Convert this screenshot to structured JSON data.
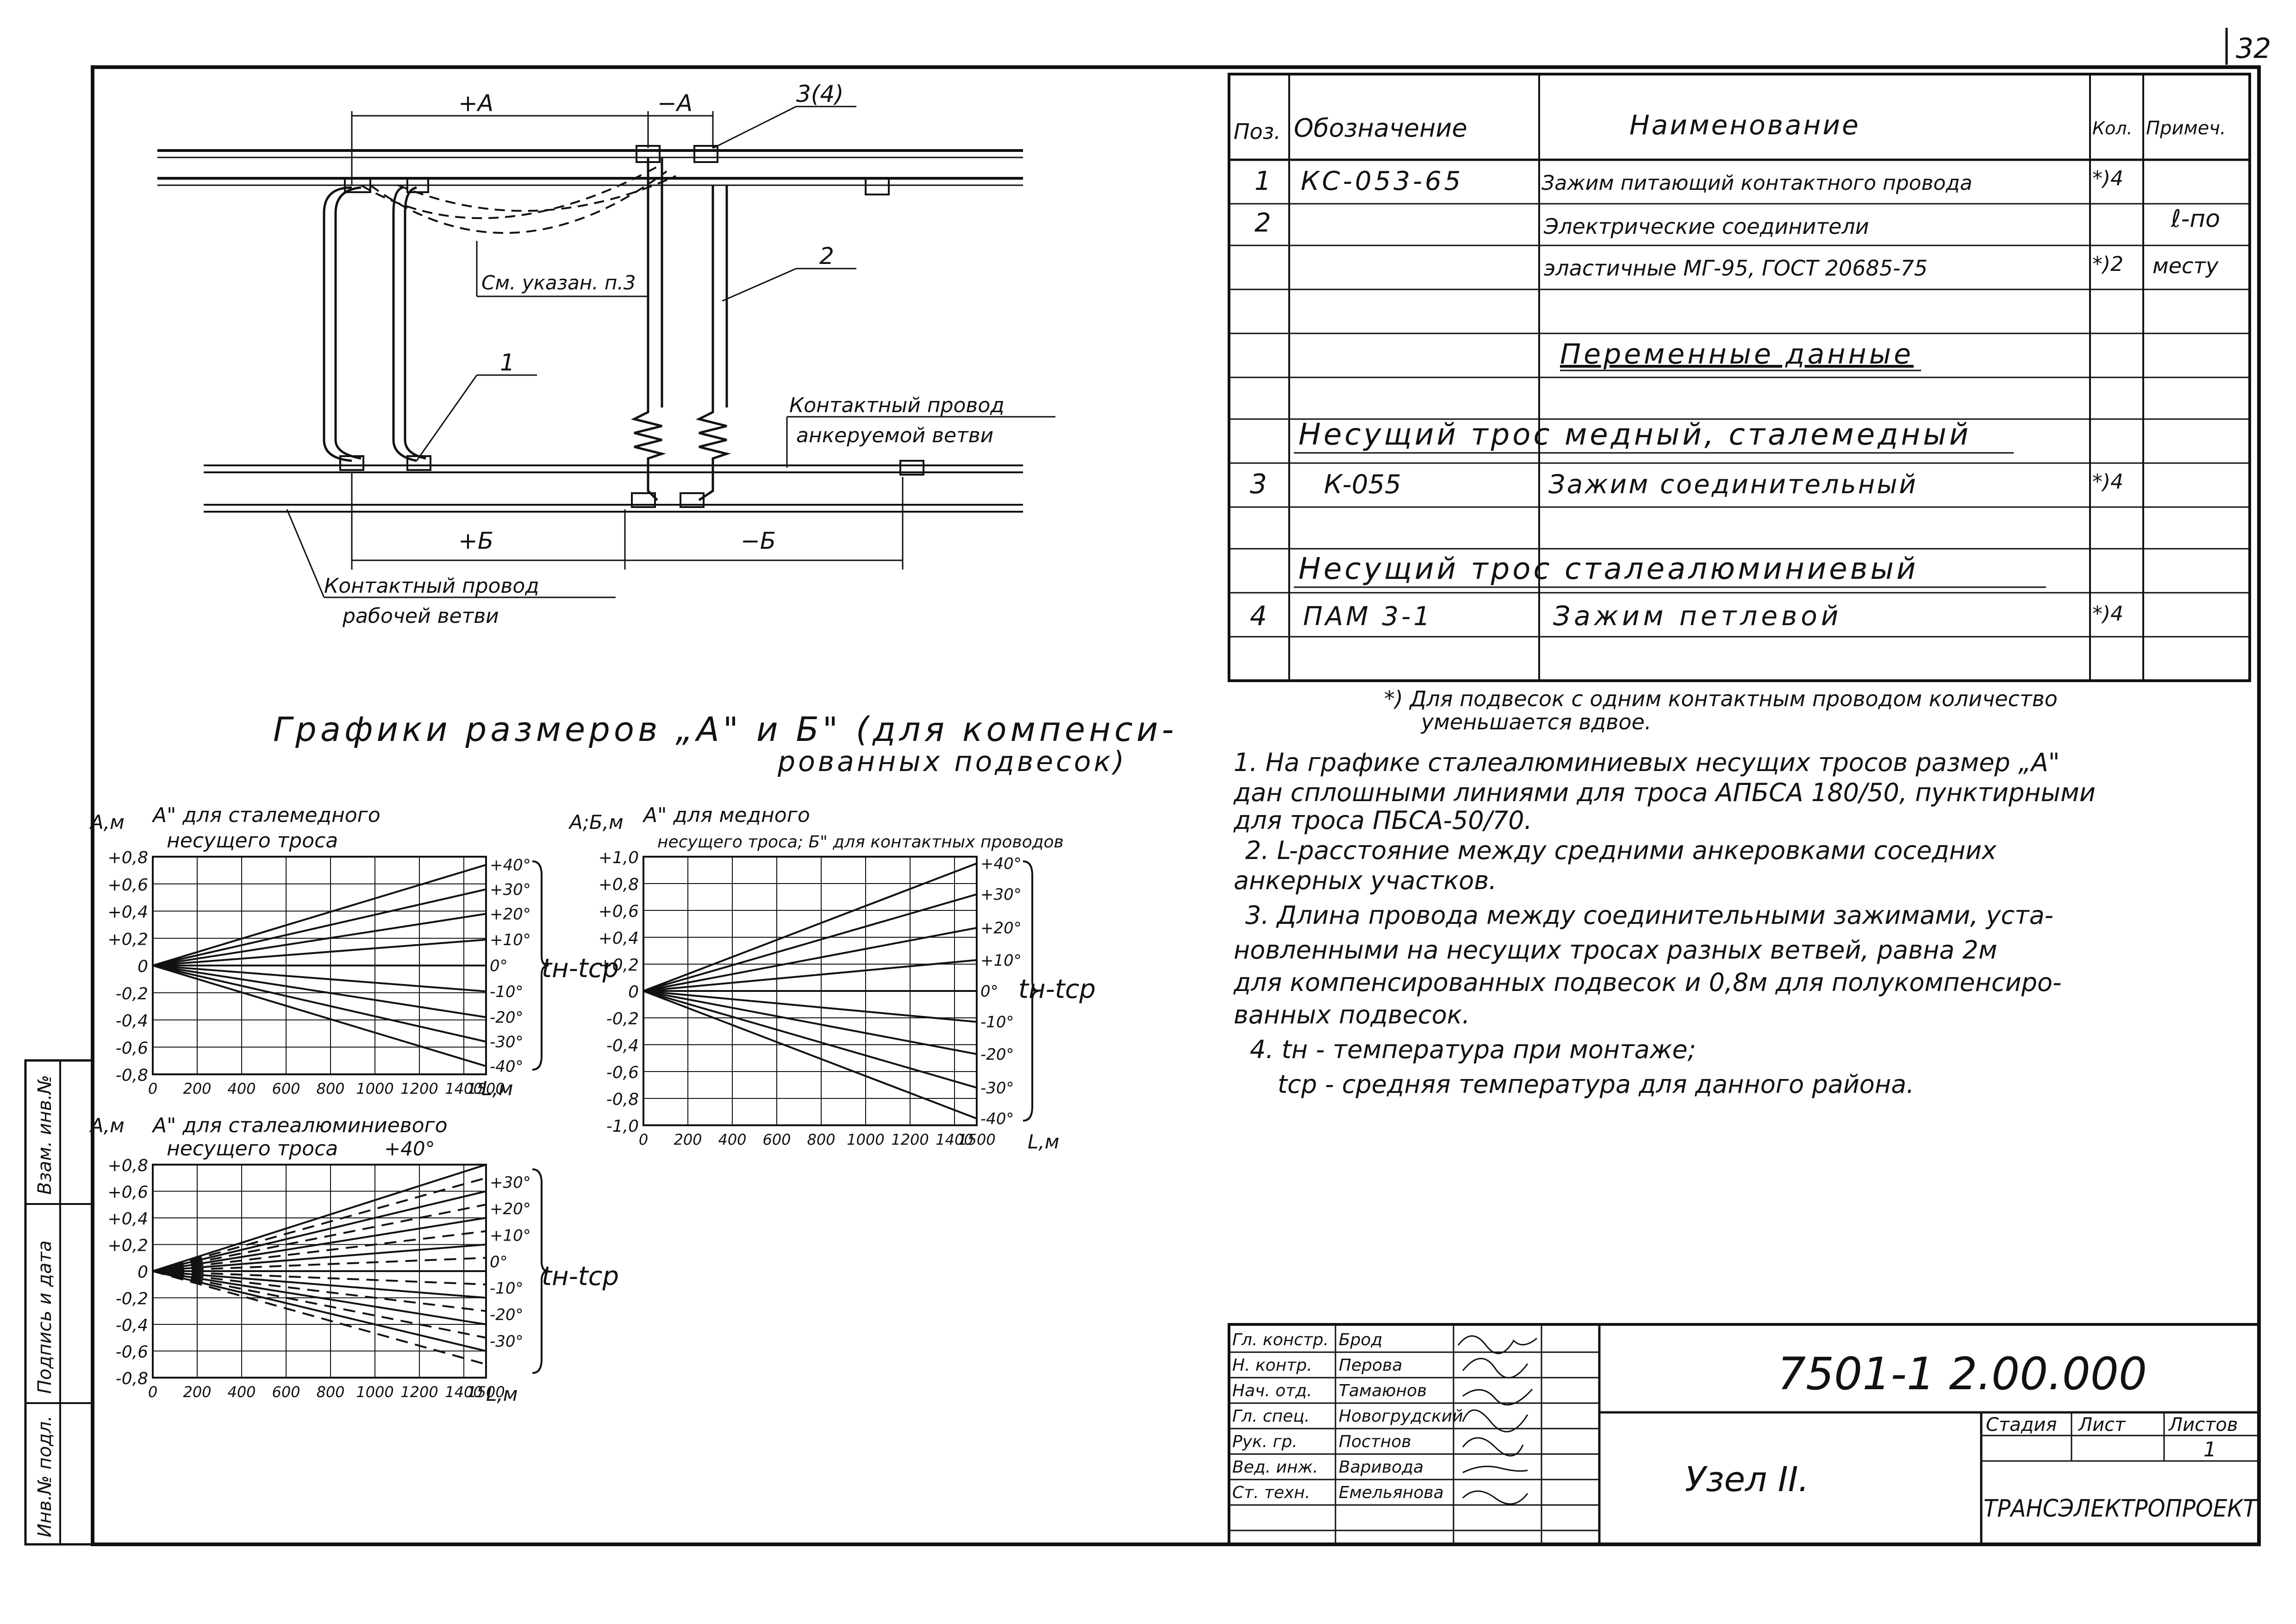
{
  "sheet_number": "32",
  "drawing": {
    "dim_plus_a": "+А",
    "dim_minus_a": "−А",
    "dim_plus_b": "+Б",
    "dim_minus_b": "−Б",
    "callout_1": "1",
    "callout_2": "2",
    "callout_34": "3(4)",
    "note_ref": "См. указан. п.3",
    "label_anchored_1": "Контактный провод",
    "label_anchored_2": "анкеруемой ветви",
    "label_working_1": "Контактный провод",
    "label_working_2": "рабочей ветви"
  },
  "graphs_title_1": "Графики размеров „А\" и Б\" (для компенси-",
  "graphs_title_2": "рованных подвесок)",
  "chart_data": [
    {
      "type": "line",
      "title_1": "А\" для сталемедного",
      "title_2": "несущего троса",
      "ylabel": "А,м",
      "xlabel": "L,м",
      "side_label": "tн-tср",
      "xlim": [
        0,
        1500
      ],
      "ylim": [
        -0.8,
        0.8
      ],
      "x_ticks": [
        "0",
        "200",
        "400",
        "600",
        "800",
        "1000",
        "1200",
        "1400",
        "1500"
      ],
      "y_ticks": [
        "+0,8",
        "+0,6",
        "+0,4",
        "+0,2",
        "0",
        "-0,2",
        "-0,4",
        "-0,6",
        "-0,8"
      ],
      "series": [
        {
          "name": "+40°",
          "x": [
            0,
            1500
          ],
          "y": [
            0,
            0.74
          ]
        },
        {
          "name": "+30°",
          "x": [
            0,
            1500
          ],
          "y": [
            0,
            0.56
          ]
        },
        {
          "name": "+20°",
          "x": [
            0,
            1500
          ],
          "y": [
            0,
            0.38
          ]
        },
        {
          "name": "+10°",
          "x": [
            0,
            1500
          ],
          "y": [
            0,
            0.19
          ]
        },
        {
          "name": "0°",
          "x": [
            0,
            1500
          ],
          "y": [
            0,
            0.0
          ]
        },
        {
          "name": "-10°",
          "x": [
            0,
            1500
          ],
          "y": [
            0,
            -0.19
          ]
        },
        {
          "name": "-20°",
          "x": [
            0,
            1500
          ],
          "y": [
            0,
            -0.38
          ]
        },
        {
          "name": "-30°",
          "x": [
            0,
            1500
          ],
          "y": [
            0,
            -0.56
          ]
        },
        {
          "name": "-40°",
          "x": [
            0,
            1500
          ],
          "y": [
            0,
            -0.74
          ]
        }
      ]
    },
    {
      "type": "line",
      "title_1": "А\" для медного",
      "title_2": "несущего троса; Б\" для контактных проводов",
      "ylabel": "А;Б,м",
      "xlabel": "L,м",
      "side_label": "tн-tср",
      "xlim": [
        0,
        1500
      ],
      "ylim": [
        -1.0,
        1.0
      ],
      "x_ticks": [
        "0",
        "200",
        "400",
        "600",
        "800",
        "1000",
        "1200",
        "1400",
        "1500"
      ],
      "y_ticks": [
        "+1,0",
        "+0,8",
        "+0,6",
        "+0,4",
        "+0,2",
        "0",
        "-0,2",
        "-0,4",
        "-0,6",
        "-0,8",
        "-1,0"
      ],
      "series": [
        {
          "name": "+40°",
          "x": [
            0,
            1500
          ],
          "y": [
            0,
            0.95
          ]
        },
        {
          "name": "+30°",
          "x": [
            0,
            1500
          ],
          "y": [
            0,
            0.72
          ]
        },
        {
          "name": "+20°",
          "x": [
            0,
            1500
          ],
          "y": [
            0,
            0.47
          ]
        },
        {
          "name": "+10°",
          "x": [
            0,
            1500
          ],
          "y": [
            0,
            0.23
          ]
        },
        {
          "name": "0°",
          "x": [
            0,
            1500
          ],
          "y": [
            0,
            0.0
          ]
        },
        {
          "name": "-10°",
          "x": [
            0,
            1500
          ],
          "y": [
            0,
            -0.23
          ]
        },
        {
          "name": "-20°",
          "x": [
            0,
            1500
          ],
          "y": [
            0,
            -0.47
          ]
        },
        {
          "name": "-30°",
          "x": [
            0,
            1500
          ],
          "y": [
            0,
            -0.72
          ]
        },
        {
          "name": "-40°",
          "x": [
            0,
            1500
          ],
          "y": [
            0,
            -0.95
          ]
        }
      ]
    },
    {
      "type": "line",
      "title_1": "А\" для сталеалюминиевого",
      "title_2": "несущего троса",
      "top_label": "+40°",
      "ylabel": "А,м",
      "xlabel": "L,м",
      "side_label": "tн-tср",
      "xlim": [
        0,
        1500
      ],
      "ylim": [
        -0.8,
        0.8
      ],
      "x_ticks": [
        "0",
        "200",
        "400",
        "600",
        "800",
        "1000",
        "1200",
        "1400",
        "1500"
      ],
      "y_ticks": [
        "+0,8",
        "+0,6",
        "+0,4",
        "+0,2",
        "0",
        "-0,2",
        "-0,4",
        "-0,6",
        "-0,8"
      ],
      "series": [
        {
          "name": "+40°",
          "style": "solid",
          "x": [
            0,
            1500
          ],
          "y": [
            0,
            0.8
          ]
        },
        {
          "name": "+30°",
          "style": "solid",
          "x": [
            0,
            1500
          ],
          "y": [
            0,
            0.6
          ]
        },
        {
          "name": "+20°",
          "style": "solid",
          "x": [
            0,
            1500
          ],
          "y": [
            0,
            0.4
          ]
        },
        {
          "name": "+10°",
          "style": "solid",
          "x": [
            0,
            1500
          ],
          "y": [
            0,
            0.2
          ]
        },
        {
          "name": "0°",
          "style": "solid",
          "x": [
            0,
            1500
          ],
          "y": [
            0,
            0.0
          ]
        },
        {
          "name": "-10°",
          "style": "solid",
          "x": [
            0,
            1500
          ],
          "y": [
            0,
            -0.2
          ]
        },
        {
          "name": "-20°",
          "style": "solid",
          "x": [
            0,
            1500
          ],
          "y": [
            0,
            -0.4
          ]
        },
        {
          "name": "-30°",
          "style": "solid",
          "x": [
            0,
            1500
          ],
          "y": [
            0,
            -0.6
          ]
        },
        {
          "name": "+40°",
          "style": "dashed",
          "x": [
            0,
            1500
          ],
          "y": [
            0,
            0.7
          ]
        },
        {
          "name": "+30°",
          "style": "dashed",
          "x": [
            0,
            1500
          ],
          "y": [
            0,
            0.5
          ]
        },
        {
          "name": "+20°",
          "style": "dashed",
          "x": [
            0,
            1500
          ],
          "y": [
            0,
            0.3
          ]
        },
        {
          "name": "+10°",
          "style": "dashed",
          "x": [
            0,
            1500
          ],
          "y": [
            0,
            0.1
          ]
        },
        {
          "name": "-10°",
          "style": "dashed",
          "x": [
            0,
            1500
          ],
          "y": [
            0,
            -0.1
          ]
        },
        {
          "name": "-20°",
          "style": "dashed",
          "x": [
            0,
            1500
          ],
          "y": [
            0,
            -0.3
          ]
        },
        {
          "name": "-30°",
          "style": "dashed",
          "x": [
            0,
            1500
          ],
          "y": [
            0,
            -0.5
          ]
        },
        {
          "name": "-40°",
          "style": "dashed",
          "x": [
            0,
            1500
          ],
          "y": [
            0,
            -0.7
          ]
        }
      ],
      "right_tick_labels": [
        "+30°",
        "+20°",
        "+10°",
        "0°",
        "-10°",
        "-20°",
        "-30°"
      ]
    }
  ],
  "spec_table": {
    "headers": [
      "Поз.",
      "Обозначение",
      "Наименование",
      "Кол.",
      "Примеч."
    ],
    "rows": [
      {
        "pos": "1",
        "code": "КС-053-65",
        "name": "Зажим питающий контактного провода",
        "qty": "*)4",
        "note": ""
      },
      {
        "pos": "2",
        "code": "",
        "name": "Электрические соединители",
        "qty": "",
        "note": "ℓ-по"
      },
      {
        "pos": "",
        "code": "",
        "name": "эластичные МГ-95, ГОСТ 20685-75",
        "qty": "*)2",
        "note": "месту"
      },
      {
        "pos": "",
        "code": "",
        "name": "",
        "qty": "",
        "note": ""
      },
      {
        "pos": "",
        "code": "",
        "name": "Переменные данные",
        "qty": "",
        "note": ""
      },
      {
        "pos": "",
        "code": "",
        "name": "Несущий трос медный, сталемедный",
        "qty": "",
        "note": ""
      },
      {
        "pos": "3",
        "code": "К-055",
        "name": "Зажим соединительный",
        "qty": "*)4",
        "note": ""
      },
      {
        "pos": "",
        "code": "",
        "name": "Несущий трос сталеалюминиевый",
        "qty": "",
        "note": ""
      },
      {
        "pos": "4",
        "code": "ПАМ 3-1",
        "name": "Зажим петлевой",
        "qty": "*)4",
        "note": ""
      },
      {
        "pos": "",
        "code": "",
        "name": "",
        "qty": "",
        "note": ""
      }
    ]
  },
  "footnote_1": "*) Для подвесок с одним контактным проводом количество",
  "footnote_2": "уменьшается вдвое.",
  "notes": [
    "1. На графике сталеалюминиевых несущих тросов размер „А\"",
    "дан сплошными линиями для троса АПБСА 180/50, пунктирными",
    "для троса ПБСА-50/70.",
    "2. L-расстояние между средними анкеровками соседних",
    "анкерных участков.",
    "3. Длина провода между соединительными зажимами, уста-",
    "новленными на несущих тросах разных ветвей, равна 2м",
    "для компенсированных подвесок и 0,8м для полукомпенсиро-",
    "ванных подвесок.",
    "4. tн - температура при монтаже;",
    "tср - средняя температура для данного района."
  ],
  "side_stamp": [
    "Инв.№ подл.",
    "Подпись и дата",
    "Взам. инв.№"
  ],
  "title_block": {
    "doc_code": "7501-1 2.00.000",
    "title": "Узел II.",
    "stage_label": "Стадия",
    "sheet_label": "Лист",
    "sheets_label": "Листов",
    "sheets_value": "1",
    "organization": "ТРАНСЭЛЕКТРОПРОЕКТ",
    "people": [
      {
        "role": "Гл. констр.",
        "name": "Брод"
      },
      {
        "role": "Н. контр.",
        "name": "Перова"
      },
      {
        "role": "Нач. отд.",
        "name": "Тамаюнов"
      },
      {
        "role": "Гл. спец.",
        "name": "Новогрудский"
      },
      {
        "role": "Рук. гр.",
        "name": "Постнов"
      },
      {
        "role": "Вед. инж.",
        "name": "Варивода"
      },
      {
        "role": "Ст. техн.",
        "name": "Емельянова"
      }
    ]
  }
}
